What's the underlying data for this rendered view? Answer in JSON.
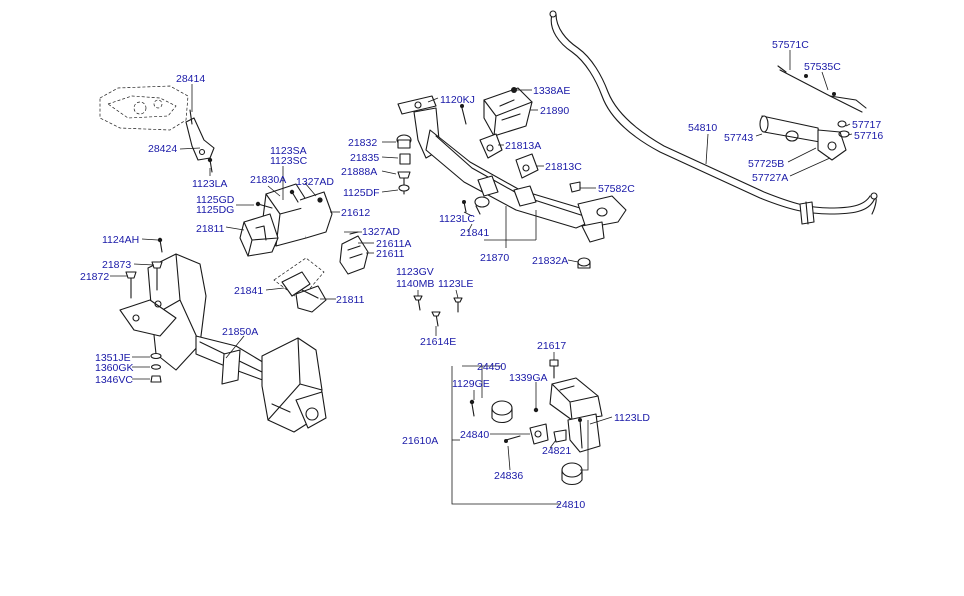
{
  "labels": {
    "p28414": "28414",
    "p28424": "28424",
    "p1123LA": "1123LA",
    "p1123SA": "1123SA",
    "p1123SC": "1123SC",
    "p21830A": "21830A",
    "p1327AD_a": "1327AD",
    "p1125GD": "1125GD",
    "p1125DG": "1125DG",
    "p21612": "21612",
    "p21811_a": "21811",
    "p1327AD_b": "1327AD",
    "p21611A": "21611A",
    "p21611": "21611",
    "p1124AH": "1124AH",
    "p21873": "21873",
    "p21872": "21872",
    "p21841_a": "21841",
    "p21811_b": "21811",
    "p21850A": "21850A",
    "p1351JE": "1351JE",
    "p1360GK": "1360GK",
    "p1346VC": "1346VC",
    "p1120KJ": "1120KJ",
    "p1338AE": "1338AE",
    "p21890": "21890",
    "p21832_a": "21832",
    "p21835": "21835",
    "p21888A": "21888A",
    "p1125DF": "1125DF",
    "p21813A": "21813A",
    "p21813C": "21813C",
    "p57582C": "57582C",
    "p1123LC": "1123LC",
    "p21841_b": "21841",
    "p21870": "21870",
    "p21832A": "21832A",
    "p1123GV": "1123GV",
    "p1140MB": "1140MB",
    "p1123LE": "1123LE",
    "p21614E": "21614E",
    "p54810": "54810",
    "p57571C": "57571C",
    "p57535C": "57535C",
    "p57717": "57717",
    "p57716": "57716",
    "p57743": "57743",
    "p57725B": "57725B",
    "p57727A": "57727A",
    "p21617": "21617",
    "p24450": "24450",
    "p1129GE": "1129GE",
    "p1339GA": "1339GA",
    "p1123LD": "1123LD",
    "p21610A": "21610A",
    "p24840": "24840",
    "p24821": "24821",
    "p24836": "24836",
    "p24810": "24810"
  },
  "colors": {
    "label": "#1a1aa8",
    "line": "#1a1a1a",
    "background": "#ffffff"
  }
}
